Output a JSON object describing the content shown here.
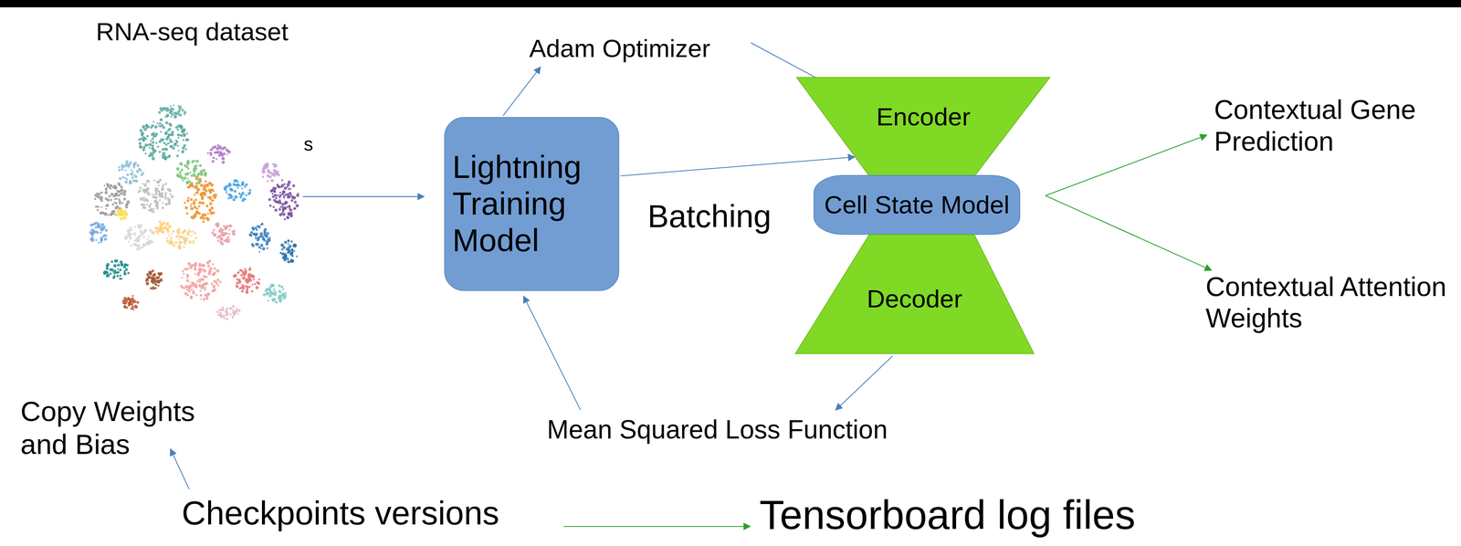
{
  "diagram": {
    "nodes": [
      {
        "text": [
          "Lightning Training Model"
        ]
      },
      {
        "text": [
          "Encoder"
        ]
      },
      {
        "text": [
          "Cell State Model"
        ]
      },
      {
        "text": [
          "Decoder"
        ]
      }
    ],
    "edges": [
      {
        "from": 0,
        "to": 1,
        "arrow": "to"
      }
    ],
    "labels": [
      "RNA-seq dataset",
      "s",
      "Adam Optimizer",
      "Batching",
      "Contextual Gene Prediction",
      "Contextual Attention Weights",
      "Mean Squared Loss Function",
      "Copy Weights and Bias",
      "Checkpoints versions",
      "Tensorboard log files"
    ]
  }
}
